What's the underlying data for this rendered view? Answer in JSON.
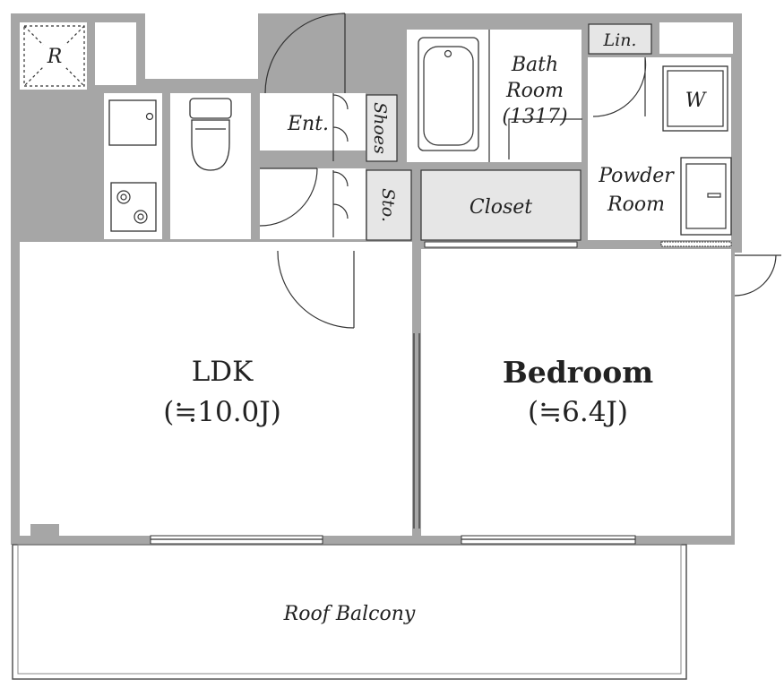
{
  "rooms": {
    "ldk": {
      "name": "LDK",
      "size": "(≒10.0J)"
    },
    "bedroom": {
      "name": "Bedroom",
      "size": "(≒6.4J)"
    },
    "bath": {
      "line1": "Bath",
      "line2": "Room",
      "line3": "(1317)"
    },
    "powder": {
      "line1": "Powder",
      "line2": "Room"
    },
    "entrance": "Ent.",
    "shoes": "Shoes",
    "storage": "Sto.",
    "closet": "Closet",
    "linen": "Lin.",
    "washer": "W",
    "refrigerator": "R",
    "balcony": "Roof Balcony"
  }
}
